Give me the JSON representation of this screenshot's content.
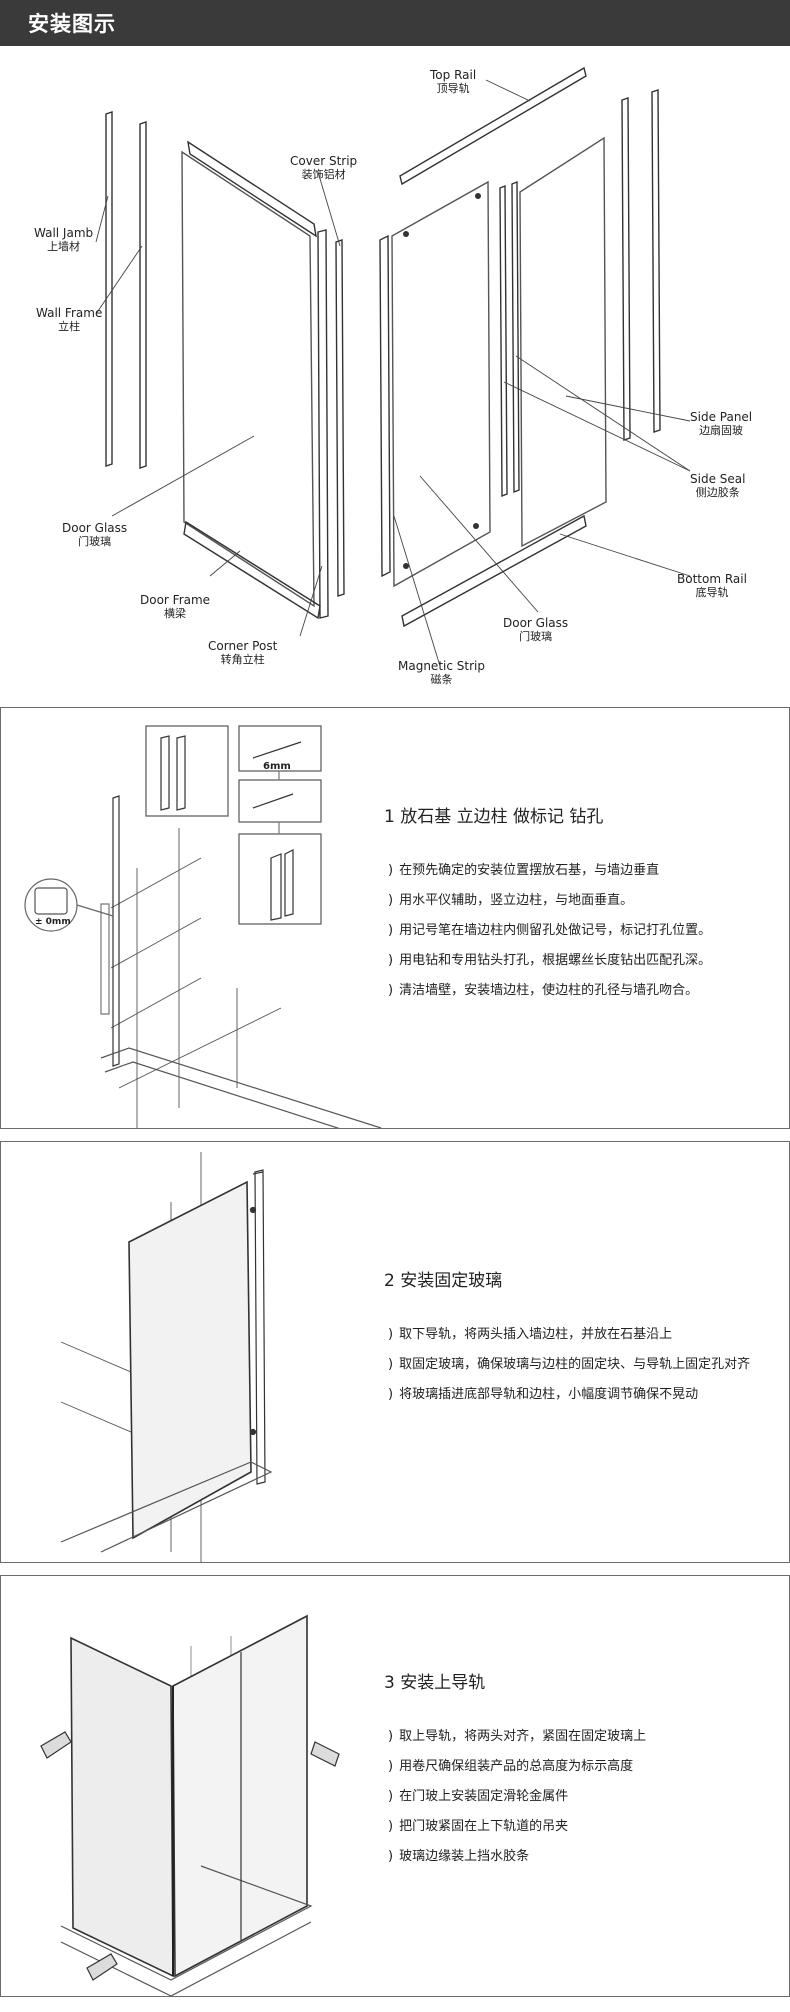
{
  "header": {
    "title": "安装图示"
  },
  "diagram": {
    "labels": {
      "top_rail": {
        "en": "Top Rail",
        "zh": "顶导轨"
      },
      "cover_strip": {
        "en": "Cover Strip",
        "zh": "装饰铝材"
      },
      "wall_jamb": {
        "en": "Wall Jamb",
        "zh": "上墙材"
      },
      "wall_frame": {
        "en": "Wall Frame",
        "zh": "立柱"
      },
      "door_glass_left": {
        "en": "Door Glass",
        "zh": "门玻璃"
      },
      "door_frame": {
        "en": "Door Frame",
        "zh": "横梁"
      },
      "corner_post": {
        "en": "Corner Post",
        "zh": "转角立柱"
      },
      "magnetic_strip": {
        "en": "Magnetic Strip",
        "zh": "磁条"
      },
      "door_glass_right": {
        "en": "Door Glass",
        "zh": "门玻璃"
      },
      "bottom_rail": {
        "en": "Bottom Rail",
        "zh": "底导轨"
      },
      "side_seal": {
        "en": "Side Seal",
        "zh": "侧边胶条"
      },
      "side_panel": {
        "en": "Side Panel",
        "zh": "边扇固玻"
      }
    }
  },
  "steps": [
    {
      "title": "1 放石基 立边柱 做标记 钻孔",
      "items": [
        "在预先确定的安装位置摆放石基，与墙边垂直",
        "用水平仪辅助，竖立边柱，与地面垂直。",
        "用记号笔在墙边柱内侧留孔处做记号，标记打孔位置。",
        "用电钻和专用钻头打孔，根据螺丝长度钻出匹配孔深。",
        "清洁墙壁，安装墙边柱，使边柱的孔径与墙孔吻合。"
      ],
      "callouts": {
        "drill_size": "6mm",
        "level_reading": "± 0mm"
      }
    },
    {
      "title": "2 安装固定玻璃",
      "items": [
        "取下导轨，将两头插入墙边柱，并放在石基沿上",
        "取固定玻璃，确保玻璃与边柱的固定块、与导轨上固定孔对齐",
        "将玻璃插进底部导轨和边柱，小幅度调节确保不晃动"
      ]
    },
    {
      "title": "3 安装上导轨",
      "items": [
        "取上导轨，将两头对齐，紧固在固定玻璃上",
        "用卷尺确保组装产品的总高度为标示高度",
        "在门玻上安装固定滑轮金属件",
        "把门玻紧固在上下轨道的吊夹",
        "玻璃边缘装上挡水胶条"
      ]
    }
  ]
}
